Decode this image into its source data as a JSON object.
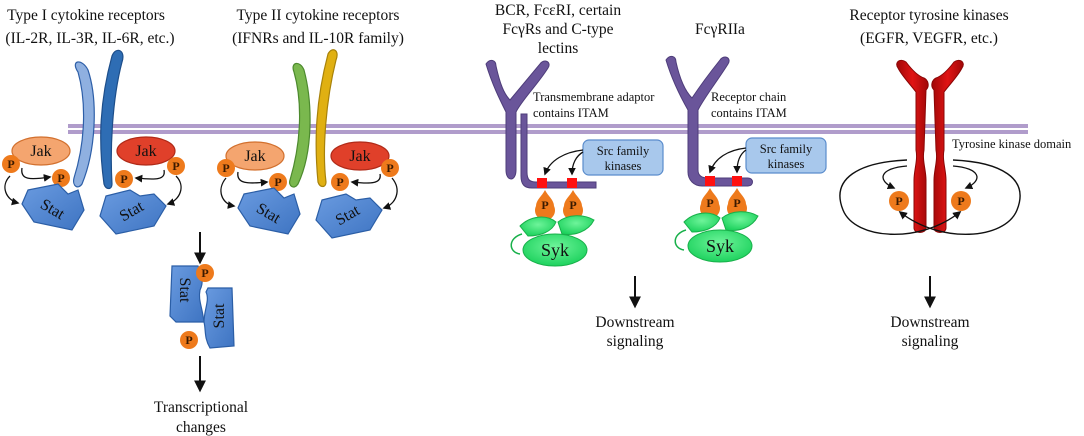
{
  "diagram": {
    "panels": [
      {
        "id": "type1",
        "title_lines": [
          "Type I cytokine receptors",
          "(IL-2R, IL-3R, IL-6R, etc.)"
        ],
        "molecules": {
          "jak": "Jak",
          "stat": "Stat",
          "p": "P"
        },
        "outcome_lines": [
          "Transcriptional",
          "changes"
        ]
      },
      {
        "id": "type2",
        "title_lines": [
          "Type II cytokine receptors",
          "(IFNRs and  IL-10R family)"
        ],
        "molecules": {
          "jak": "Jak",
          "stat": "Stat",
          "p": "P"
        }
      },
      {
        "id": "itam-adaptor",
        "title_lines": [
          "BCR, FcεRI, certain",
          "FcγRs and C-type",
          "lectins"
        ],
        "annotation_lines": [
          "Transmembrane  adaptor",
          "contains  ITAM"
        ],
        "kinase_box_lines": [
          "Src family",
          "kinases"
        ],
        "molecules": {
          "syk": "Syk",
          "p": "P"
        },
        "outcome_lines": [
          "Downstream",
          "signaling"
        ]
      },
      {
        "id": "fcgr2a",
        "title_lines": [
          "FcγRIIa"
        ],
        "annotation_lines": [
          "Receptor  chain",
          "contains  ITAM"
        ],
        "kinase_box_lines": [
          "Src family",
          "kinases"
        ],
        "molecules": {
          "syk": "Syk",
          "p": "P"
        }
      },
      {
        "id": "rtk",
        "title_lines": [
          "Receptor tyrosine kinases",
          "(EGFR, VEGFR, etc.)"
        ],
        "annotation_lines": [
          "Tyrosine  kinase  domain"
        ],
        "molecules": {
          "p": "P"
        },
        "outcome_lines": [
          "Downstream",
          "signaling"
        ]
      }
    ],
    "colors": {
      "membrane": "#b09ccb",
      "jak_light": "#f4a56f",
      "jak_dark": "#e0402a",
      "phospho": "#ee7a1c",
      "stat": "#4a82cc",
      "receptor_light_blue": "#8fb0e0",
      "receptor_dark_blue": "#2e6db4",
      "receptor_green": "#7ab84e",
      "receptor_gold": "#e0b012",
      "ig_receptor_purple": "#6a559a",
      "itam_red": "#ff1010",
      "src_box": "#a8c8ec",
      "syk": "#2ee070",
      "rtk_red": "#cc0c0c"
    }
  }
}
